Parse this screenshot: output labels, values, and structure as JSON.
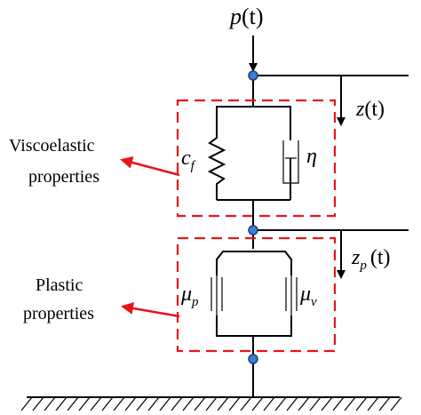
{
  "labels": {
    "force": {
      "symbol": "p",
      "arg": "(t)"
    },
    "displacement": {
      "symbol": "z",
      "arg": "(t)"
    },
    "plastic_displacement": {
      "symbol": "z",
      "sub": "p",
      "arg": "(t)"
    },
    "spring": {
      "symbol": "c",
      "sub": "f"
    },
    "damper": {
      "symbol": "η"
    },
    "slider_left": {
      "symbol": "μ",
      "sub": "p"
    },
    "slider_right": {
      "symbol": "μ",
      "sub": "v"
    },
    "viscoelastic": {
      "line1": "Viscoelastic",
      "line2": "properties"
    },
    "plastic": {
      "line1": "Plastic",
      "line2": "properties"
    }
  },
  "colors": {
    "highlight_box": "#e8141b",
    "node_fill": "#3d7fd4",
    "line": "#000000"
  }
}
